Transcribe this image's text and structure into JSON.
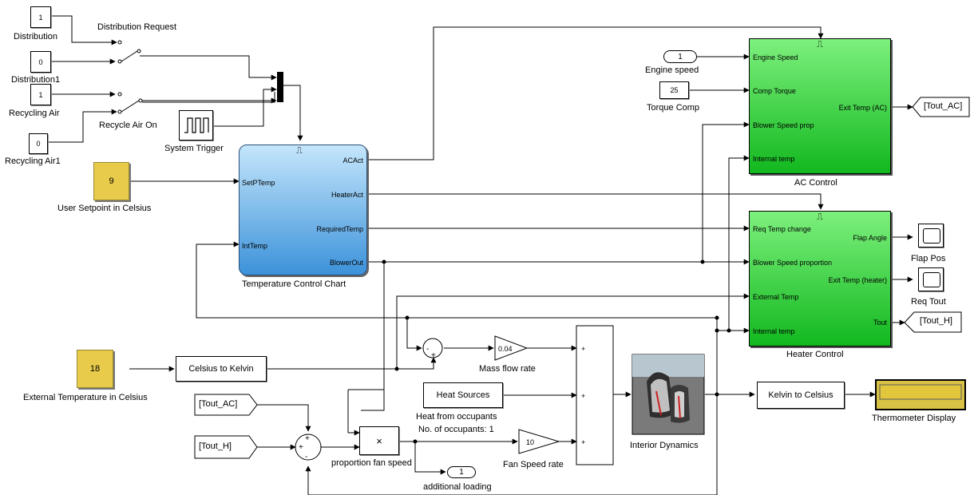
{
  "source_blocks": {
    "distribution": {
      "value": "1",
      "label": "Distribution"
    },
    "distribution1": {
      "value": "0",
      "label": "Distribution1"
    },
    "recycling_air": {
      "value": "1",
      "label": "Recycling Air"
    },
    "recycling_air1": {
      "value": "0",
      "label": "Recycling Air1"
    },
    "user_setpoint": {
      "value": "9",
      "label": "User Setpoint in Celsius"
    },
    "external_temp": {
      "value": "18",
      "label": "External Temperature in Celsius"
    },
    "engine_speed": {
      "value": "1",
      "label": "Engine speed"
    },
    "torque_comp": {
      "value": "25",
      "label": "Torque Comp"
    }
  },
  "switch_labels": {
    "distribution_request": "Distribution Request",
    "recycle_air_on": "Recycle Air On"
  },
  "system_trigger_label": "System Trigger",
  "chart": {
    "label": "Temperature Control Chart",
    "inputs": [
      "SetPTemp",
      "IntTemp"
    ],
    "outputs": [
      "ACAct",
      "HeaterAct",
      "RequiredTemp",
      "BlowerOut"
    ],
    "trigger_glyph": "⎍"
  },
  "ac_control": {
    "label": "AC Control",
    "inputs": [
      "Engine Speed",
      "Comp Torque",
      "Blower Speed prop",
      "Internal temp"
    ],
    "outputs": [
      "Exit Temp (AC)"
    ],
    "trigger_glyph": "⎍"
  },
  "heater_control": {
    "label": "Heater Control",
    "inputs": [
      "Req Temp change",
      "Blower Speed proportion",
      "External Temp",
      "Internal temp"
    ],
    "outputs": [
      "Flap Angle",
      "Exit Temp (heater)",
      "Tout"
    ],
    "trigger_glyph": "⎍"
  },
  "goto_tags": {
    "tout_ac": "[Tout_AC]",
    "tout_h": "[Tout_H]"
  },
  "from_tags": {
    "tout_ac": "[Tout_AC]",
    "tout_h": "[Tout_H]"
  },
  "scopes": {
    "flap_pos": "Flap Pos",
    "req_tout": "Req Tout"
  },
  "celsius_to_kelvin": "Celsius to Kelvin",
  "kelvin_to_celsius": "Kelvin to Celsius",
  "heat_sources": {
    "block": "Heat Sources",
    "label": "Heat from occupants",
    "sublabel": "No. of occupants: 1"
  },
  "gains": {
    "mass_flow": {
      "value": "0.04",
      "label": "Mass flow rate"
    },
    "fan_speed": {
      "value": "10",
      "label": "Fan Speed rate"
    }
  },
  "product": {
    "symbol": "×",
    "label": "proportion fan speed"
  },
  "outport": {
    "value": "1",
    "label": "additional loading"
  },
  "interior_dynamics_label": "Interior Dynamics",
  "thermometer_label": "Thermometer Display",
  "sum_signs": {
    "plus": "+",
    "minus": "-"
  },
  "icons": [
    "pulse-generator-icon",
    "chart-state-icon",
    "car-interior-icon",
    "scope-icon"
  ]
}
